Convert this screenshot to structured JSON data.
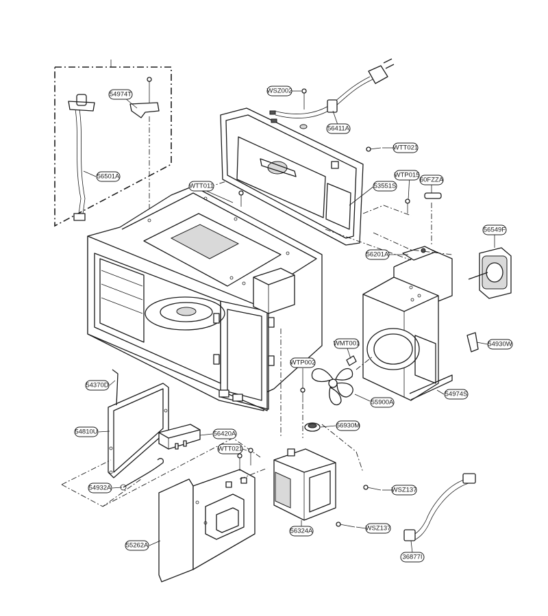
{
  "parts": [
    {
      "id": "p-54974T",
      "code": "54974T"
    },
    {
      "id": "p-56501A",
      "code": "56501A"
    },
    {
      "id": "p-WSZ002",
      "code": "WSZ002"
    },
    {
      "id": "p-56411A",
      "code": "56411A"
    },
    {
      "id": "p-WTT021a",
      "code": "WTT021"
    },
    {
      "id": "p-WTT011",
      "code": "WTT011"
    },
    {
      "id": "p-53551S",
      "code": "53551S"
    },
    {
      "id": "p-WTP015",
      "code": "WTP015"
    },
    {
      "id": "p-60FZZA",
      "code": "60FZZA"
    },
    {
      "id": "p-56549F",
      "code": "56549F"
    },
    {
      "id": "p-56201A",
      "code": "56201A"
    },
    {
      "id": "p-WMT001",
      "code": "WMT001"
    },
    {
      "id": "p-54930W",
      "code": "54930W"
    },
    {
      "id": "p-WTP002",
      "code": "WTP002"
    },
    {
      "id": "p-54370D",
      "code": "54370D"
    },
    {
      "id": "p-55900A",
      "code": "55900A"
    },
    {
      "id": "p-54974S",
      "code": "54974S"
    },
    {
      "id": "p-54810U",
      "code": "54810U"
    },
    {
      "id": "p-56420A",
      "code": "56420A"
    },
    {
      "id": "p-56930M",
      "code": "56930M"
    },
    {
      "id": "p-WTT021b",
      "code": "WTT021"
    },
    {
      "id": "p-54932A",
      "code": "54932A"
    },
    {
      "id": "p-WSZ137a",
      "code": "WSZ137"
    },
    {
      "id": "p-56324A",
      "code": "56324A"
    },
    {
      "id": "p-WSZ137b",
      "code": "WSZ137"
    },
    {
      "id": "p-55262A",
      "code": "55262A"
    },
    {
      "id": "p-36877I",
      "code": "36877I"
    }
  ]
}
